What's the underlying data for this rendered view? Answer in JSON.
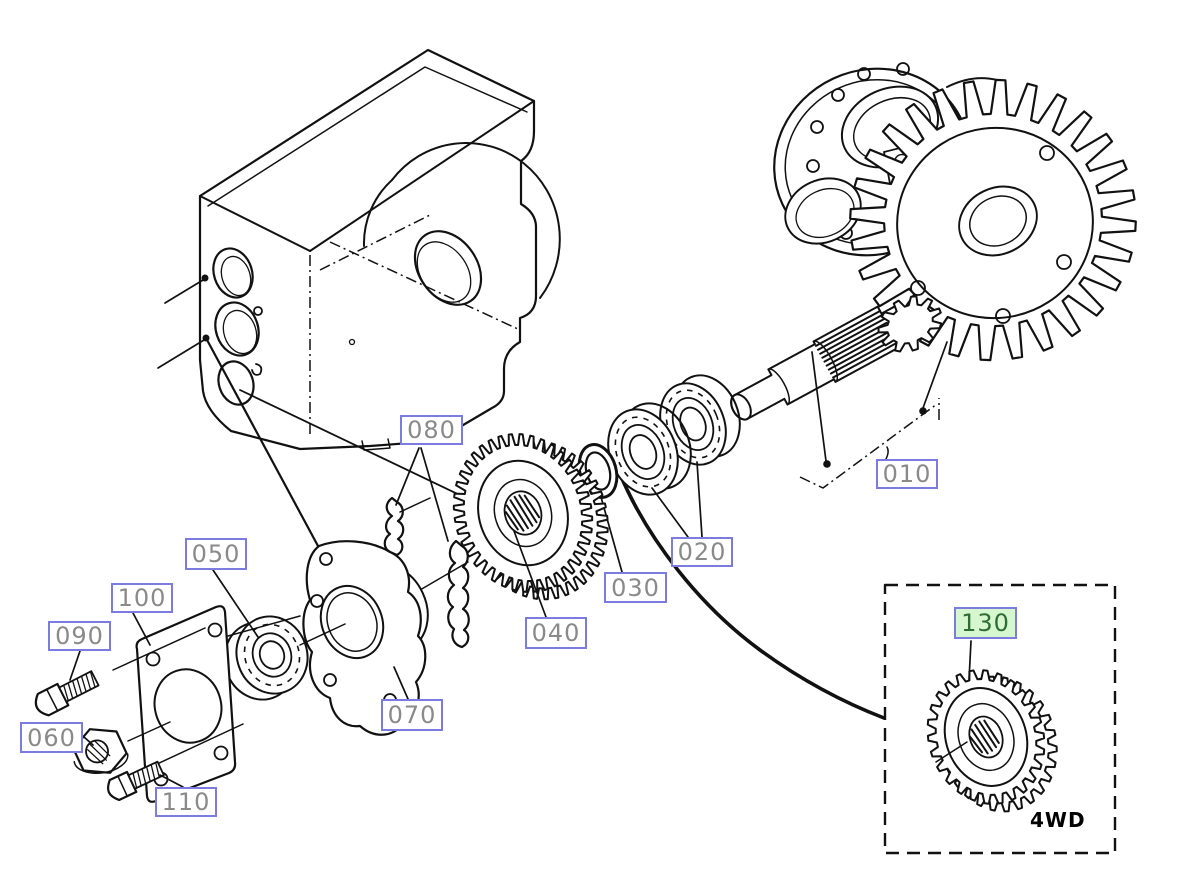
{
  "diagram_title": "transmission-differential-exploded-parts-diagram",
  "labels": {
    "p010": "010",
    "p020": "020",
    "p030": "030",
    "p040": "040",
    "p050": "050",
    "p060": "060",
    "p070": "070",
    "p080": "080",
    "p090": "090",
    "p100": "100",
    "p110": "110",
    "p130": "130"
  },
  "highlighted_label": "130",
  "caption_4wd": "4WD",
  "colors": {
    "label-border": "#7b7be0",
    "label-text": "#8a8a8a",
    "hl-bg": "#d5f6ce",
    "hl-text": "#2e6b35",
    "line": "#111111",
    "bg": "#ffffff"
  }
}
